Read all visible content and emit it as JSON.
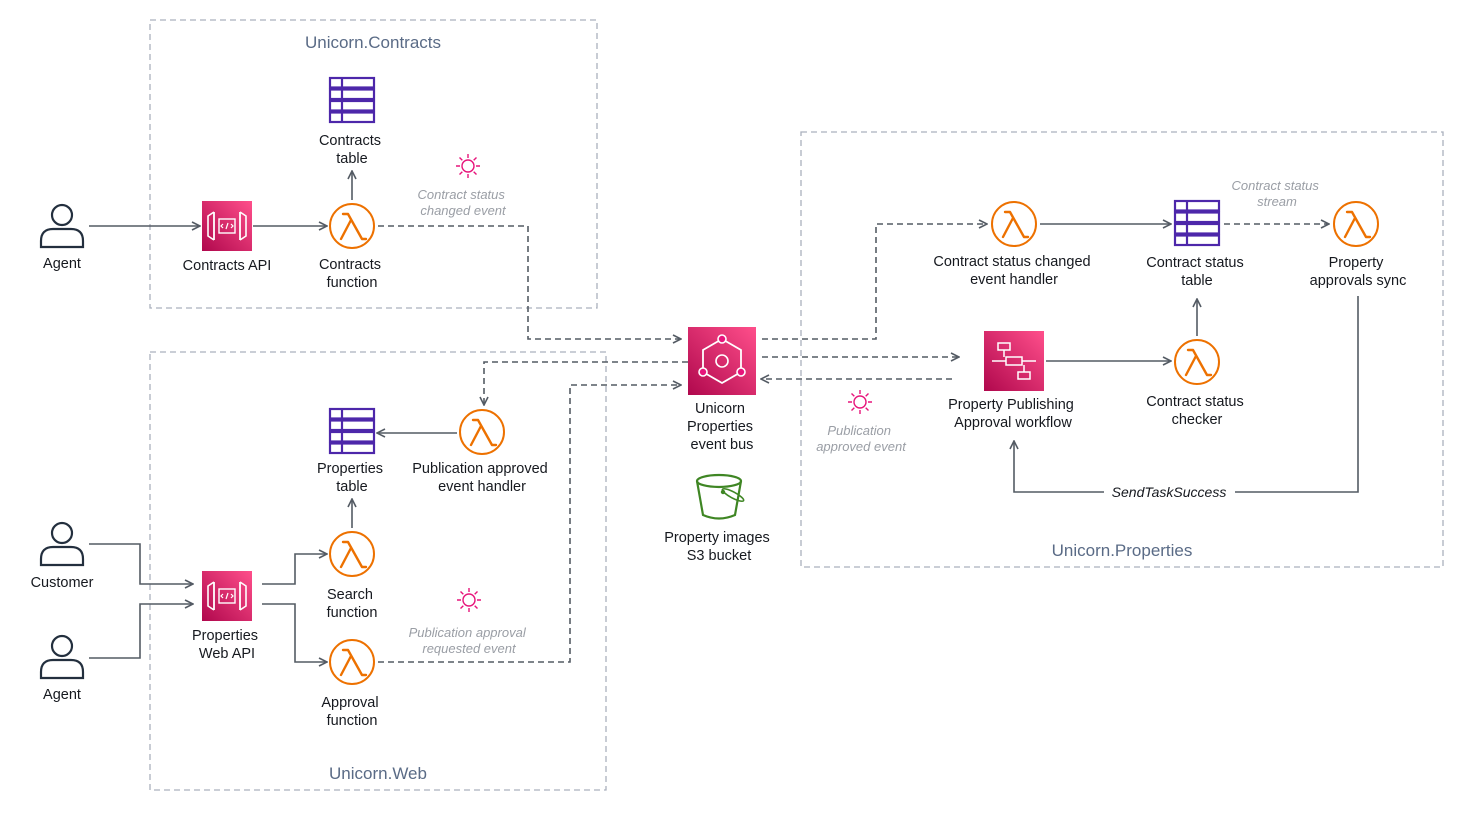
{
  "groups": {
    "contracts": "Unicorn.Contracts",
    "web": "Unicorn.Web",
    "properties": "Unicorn.Properties"
  },
  "actors": {
    "agent_top": "Agent",
    "customer": "Customer",
    "agent_bottom": "Agent"
  },
  "contracts": {
    "api": [
      "Contracts API"
    ],
    "function": [
      "Contracts",
      "function"
    ],
    "table": [
      "Contracts",
      "table"
    ],
    "event": [
      "Contract status",
      "changed event"
    ]
  },
  "web": {
    "api": [
      "Properties",
      "Web API"
    ],
    "table": [
      "Properties",
      "table"
    ],
    "search_function": [
      "Search",
      "function"
    ],
    "approval_function": [
      "Approval",
      "function"
    ],
    "approved_handler": [
      "Publication approved",
      "event handler"
    ],
    "requested_event": [
      "Publication approval",
      "requested event"
    ]
  },
  "core": {
    "event_bus": [
      "Unicorn",
      "Properties",
      "event bus"
    ],
    "s3_bucket": [
      "Property images",
      "S3 bucket"
    ],
    "approved_event": [
      "Publication",
      "approved event"
    ]
  },
  "properties": {
    "changed_handler": [
      "Contract status changed",
      "event handler"
    ],
    "status_table": [
      "Contract status",
      "table"
    ],
    "status_stream": [
      "Contract status",
      "stream"
    ],
    "approvals_sync": [
      "Property",
      "approvals sync"
    ],
    "workflow": [
      "Property Publishing",
      "Approval workflow"
    ],
    "status_checker": [
      "Contract status",
      "checker"
    ],
    "task_success": "SendTaskSuccess"
  },
  "colors": {
    "lambda": "#ed7100",
    "dynamodb": "#4d27aa",
    "api_gateway": "#e7157b",
    "s3": "#3f8624",
    "connector": "#545b64",
    "group_border": "#aab0bd"
  }
}
